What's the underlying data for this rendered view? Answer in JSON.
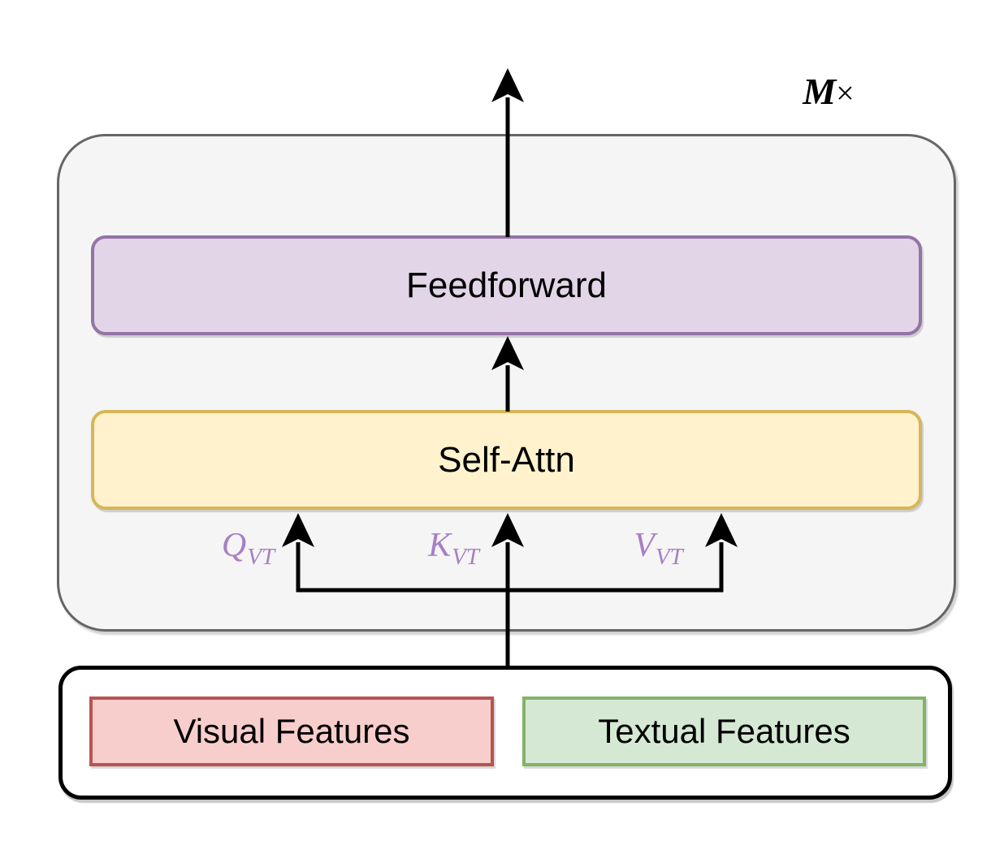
{
  "repeat": {
    "variable": "M",
    "times": "×"
  },
  "blocks": {
    "feedforward": "Feedforward",
    "self_attn": "Self-Attn",
    "visual_features": "Visual Features",
    "textual_features": "Textual Features"
  },
  "attention_inputs": [
    {
      "base": "Q",
      "subscript": "VT"
    },
    {
      "base": "K",
      "subscript": "VT"
    },
    {
      "base": "V",
      "subscript": "VT"
    }
  ],
  "colors": {
    "feedforward_fill": "#e1d5e7",
    "feedforward_border": "#9673a6",
    "self_attn_fill": "#fff2cc",
    "self_attn_border": "#d6b656",
    "visual_fill": "#f8cecc",
    "visual_border": "#b85450",
    "textual_fill": "#d5e8d4",
    "textual_border": "#82b366",
    "layer_container_fill": "#f5f5f5",
    "layer_container_border": "#666666",
    "features_container_border": "#000000",
    "qkv_label_color": "#a87fc5",
    "arrow_color": "#000000"
  }
}
